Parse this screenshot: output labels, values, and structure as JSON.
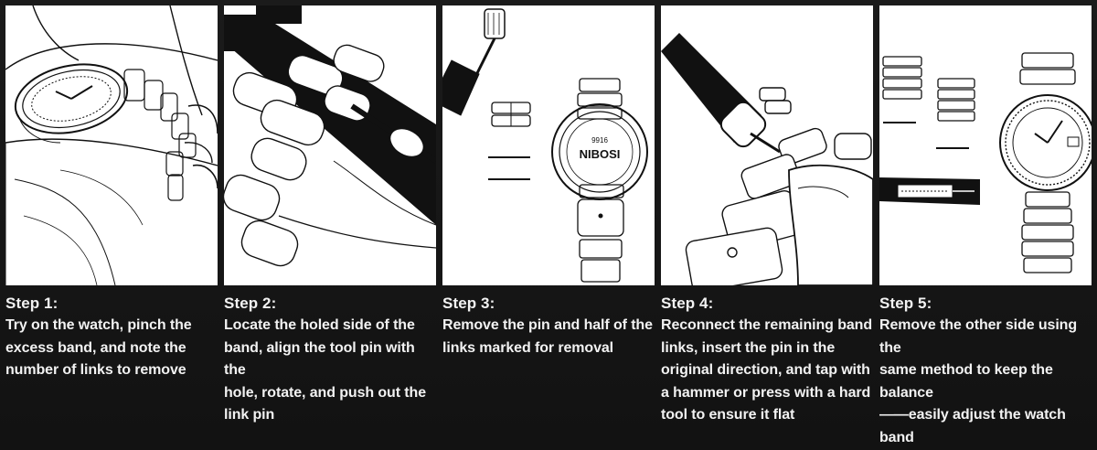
{
  "steps": [
    {
      "title": "Step 1:",
      "lines": [
        "Try on the watch, pinch the",
        "excess band, and note the",
        "number of links to remove"
      ],
      "illustration": "watch-on-wrist"
    },
    {
      "title": "Step 2:",
      "lines": [
        "Locate the holed side of the",
        "band, align the tool pin with the",
        "hole, rotate, and push out the",
        "link pin"
      ],
      "illustration": "link-removal-tool"
    },
    {
      "title": "Step 3:",
      "lines": [
        "Remove the pin and half of the",
        "links marked for removal"
      ],
      "illustration": "removed-links-and-watch-back",
      "caseback_text": [
        "NIBOSI",
        "9916"
      ]
    },
    {
      "title": "Step 4:",
      "lines": [
        "Reconnect the remaining band",
        "links, insert the pin in the",
        "original direction, and tap with",
        "a hammer or press with a hard",
        "tool to ensure it flat"
      ],
      "illustration": "reconnect-band-with-hammer"
    },
    {
      "title": "Step 5:",
      "lines": [
        "Remove the other side using the",
        "same method to keep the balance",
        "——easily adjust the watch band"
      ],
      "illustration": "adjusted-watch-front"
    }
  ],
  "colors": {
    "background": "#161616",
    "panel": "#ffffff",
    "text": "#f2f2f2",
    "ink": "#111111"
  }
}
